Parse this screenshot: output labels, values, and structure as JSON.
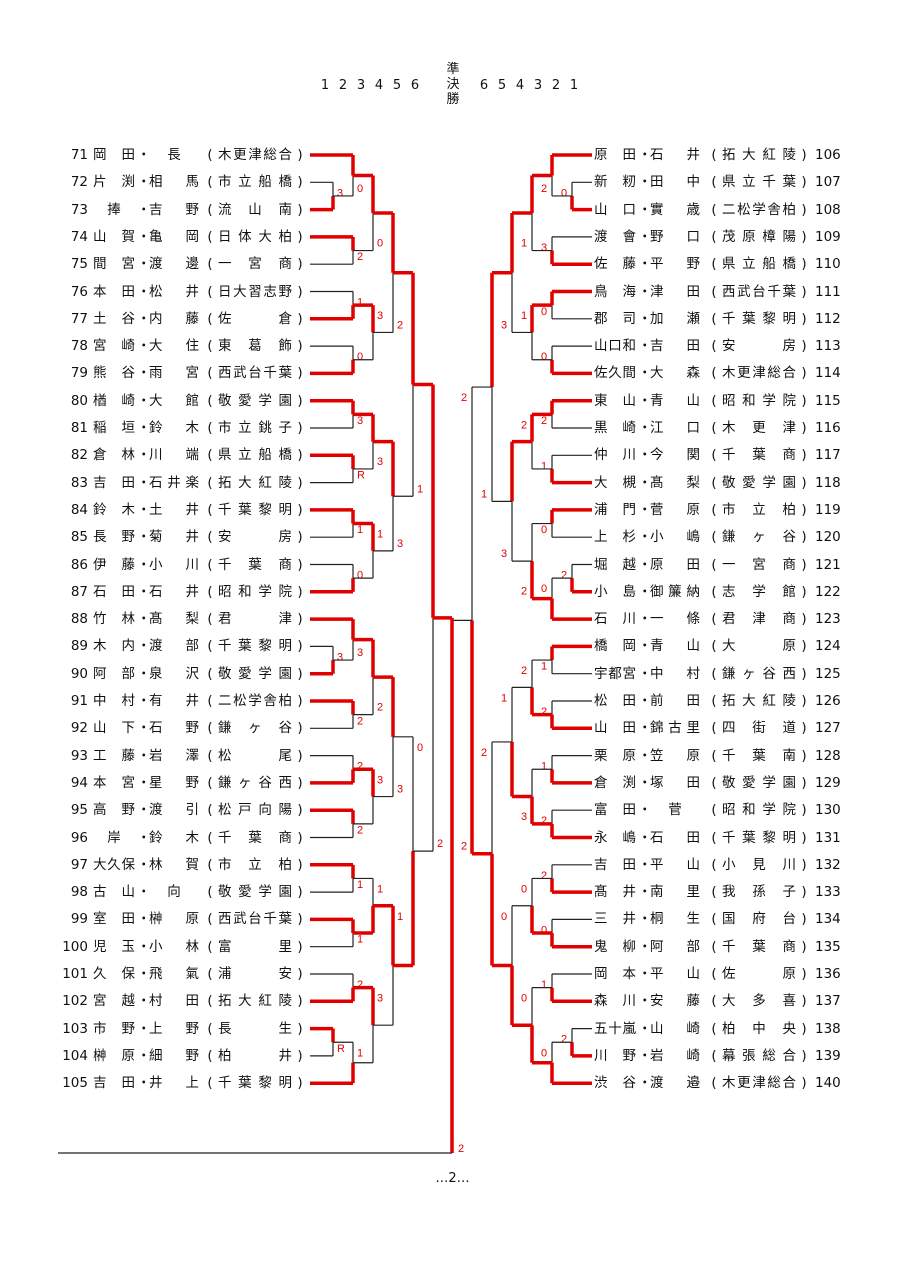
{
  "header": {
    "left_rounds": [
      "1",
      "2",
      "3",
      "4",
      "5",
      "6"
    ],
    "semifinal": [
      "準",
      "決",
      "勝"
    ],
    "right_rounds": [
      "6",
      "5",
      "4",
      "3",
      "2",
      "1"
    ]
  },
  "left_teams": [
    {
      "no": "71",
      "p1": "岡田",
      "p2": "長",
      "school": "木更津総合"
    },
    {
      "no": "72",
      "p1": "片渕",
      "p2": "相馬",
      "school": "市立船橋"
    },
    {
      "no": "73",
      "p1": "捧",
      "p2": "吉野",
      "school": "流山南"
    },
    {
      "no": "74",
      "p1": "山賀",
      "p2": "亀岡",
      "school": "日体大柏"
    },
    {
      "no": "75",
      "p1": "間宮",
      "p2": "渡邊",
      "school": "一宮商"
    },
    {
      "no": "76",
      "p1": "本田",
      "p2": "松井",
      "school": "日大習志野"
    },
    {
      "no": "77",
      "p1": "土谷",
      "p2": "内藤",
      "school": "佐倉"
    },
    {
      "no": "78",
      "p1": "宮崎",
      "p2": "大住",
      "school": "東葛飾"
    },
    {
      "no": "79",
      "p1": "熊谷",
      "p2": "雨宮",
      "school": "西武台千葉"
    },
    {
      "no": "80",
      "p1": "楢崎",
      "p2": "大館",
      "school": "敬愛学園"
    },
    {
      "no": "81",
      "p1": "稲垣",
      "p2": "鈴木",
      "school": "市立銚子"
    },
    {
      "no": "82",
      "p1": "倉林",
      "p2": "川端",
      "school": "県立船橋"
    },
    {
      "no": "83",
      "p1": "吉田",
      "p2": "石井楽",
      "school": "拓大紅陵"
    },
    {
      "no": "84",
      "p1": "鈴木",
      "p2": "土井",
      "school": "千葉黎明"
    },
    {
      "no": "85",
      "p1": "長野",
      "p2": "菊井",
      "school": "安房"
    },
    {
      "no": "86",
      "p1": "伊藤",
      "p2": "小川",
      "school": "千葉商"
    },
    {
      "no": "87",
      "p1": "石田",
      "p2": "石井",
      "school": "昭和学院"
    },
    {
      "no": "88",
      "p1": "竹林",
      "p2": "髙梨",
      "school": "君津"
    },
    {
      "no": "89",
      "p1": "木内",
      "p2": "渡部",
      "school": "千葉黎明"
    },
    {
      "no": "90",
      "p1": "阿部",
      "p2": "泉沢",
      "school": "敬愛学園"
    },
    {
      "no": "91",
      "p1": "中村",
      "p2": "有井",
      "school": "二松学舎柏"
    },
    {
      "no": "92",
      "p1": "山下",
      "p2": "石野",
      "school": "鎌ヶ谷"
    },
    {
      "no": "93",
      "p1": "工藤",
      "p2": "岩澤",
      "school": "松尾"
    },
    {
      "no": "94",
      "p1": "本宮",
      "p2": "星野",
      "school": "鎌ヶ谷西"
    },
    {
      "no": "95",
      "p1": "高野",
      "p2": "渡引",
      "school": "松戸向陽"
    },
    {
      "no": "96",
      "p1": "岸",
      "p2": "鈴木",
      "school": "千葉商"
    },
    {
      "no": "97",
      "p1": "大久保",
      "p2": "林賀",
      "school": "市立柏"
    },
    {
      "no": "98",
      "p1": "古山",
      "p2": "向",
      "school": "敬愛学園"
    },
    {
      "no": "99",
      "p1": "室田",
      "p2": "榊原",
      "school": "西武台千葉"
    },
    {
      "no": "100",
      "p1": "児玉",
      "p2": "小林",
      "school": "富里"
    },
    {
      "no": "101",
      "p1": "久保",
      "p2": "飛氣",
      "school": "浦安"
    },
    {
      "no": "102",
      "p1": "宮越",
      "p2": "村田",
      "school": "拓大紅陵"
    },
    {
      "no": "103",
      "p1": "市野",
      "p2": "上野",
      "school": "長生"
    },
    {
      "no": "104",
      "p1": "榊原",
      "p2": "細野",
      "school": "柏井"
    },
    {
      "no": "105",
      "p1": "吉田",
      "p2": "井上",
      "school": "千葉黎明"
    }
  ],
  "right_teams": [
    {
      "no": "106",
      "p1": "原田",
      "p2": "石井",
      "school": "拓大紅陵"
    },
    {
      "no": "107",
      "p1": "新籾",
      "p2": "田中",
      "school": "県立千葉"
    },
    {
      "no": "108",
      "p1": "山口",
      "p2": "實歳",
      "school": "二松学舎柏"
    },
    {
      "no": "109",
      "p1": "渡會",
      "p2": "野口",
      "school": "茂原樟陽"
    },
    {
      "no": "110",
      "p1": "佐藤",
      "p2": "平野",
      "school": "県立船橋"
    },
    {
      "no": "111",
      "p1": "鳥海",
      "p2": "津田",
      "school": "西武台千葉"
    },
    {
      "no": "112",
      "p1": "郡司",
      "p2": "加瀬",
      "school": "千葉黎明"
    },
    {
      "no": "113",
      "p1": "山口和",
      "p2": "吉田",
      "school": "安房"
    },
    {
      "no": "114",
      "p1": "佐久間",
      "p2": "大森",
      "school": "木更津総合"
    },
    {
      "no": "115",
      "p1": "東山",
      "p2": "青山",
      "school": "昭和学院"
    },
    {
      "no": "116",
      "p1": "黒崎",
      "p2": "江口",
      "school": "木更津"
    },
    {
      "no": "117",
      "p1": "仲川",
      "p2": "今関",
      "school": "千葉商"
    },
    {
      "no": "118",
      "p1": "大槻",
      "p2": "髙梨",
      "school": "敬愛学園"
    },
    {
      "no": "119",
      "p1": "浦門",
      "p2": "菅原",
      "school": "市立柏"
    },
    {
      "no": "120",
      "p1": "上杉",
      "p2": "小嶋",
      "school": "鎌ヶ谷"
    },
    {
      "no": "121",
      "p1": "堀越",
      "p2": "原田",
      "school": "一宮商"
    },
    {
      "no": "122",
      "p1": "小島",
      "p2": "御簾納",
      "school": "志学館"
    },
    {
      "no": "123",
      "p1": "石川",
      "p2": "一條",
      "school": "君津商"
    },
    {
      "no": "124",
      "p1": "橋岡",
      "p2": "青山",
      "school": "大原"
    },
    {
      "no": "125",
      "p1": "宇都宮",
      "p2": "中村",
      "school": "鎌ヶ谷西"
    },
    {
      "no": "126",
      "p1": "松田",
      "p2": "前田",
      "school": "拓大紅陵"
    },
    {
      "no": "127",
      "p1": "山田",
      "p2": "錦古里",
      "school": "四街道"
    },
    {
      "no": "128",
      "p1": "栗原",
      "p2": "笠原",
      "school": "千葉南"
    },
    {
      "no": "129",
      "p1": "倉渕",
      "p2": "塚田",
      "school": "敬愛学園"
    },
    {
      "no": "130",
      "p1": "富田",
      "p2": "菅",
      "school": "昭和学院"
    },
    {
      "no": "131",
      "p1": "永嶋",
      "p2": "石田",
      "school": "千葉黎明"
    },
    {
      "no": "132",
      "p1": "吉田",
      "p2": "平山",
      "school": "小見川"
    },
    {
      "no": "133",
      "p1": "髙井",
      "p2": "南里",
      "school": "我孫子"
    },
    {
      "no": "134",
      "p1": "三井",
      "p2": "桐生",
      "school": "国府台"
    },
    {
      "no": "135",
      "p1": "鬼柳",
      "p2": "阿部",
      "school": "千葉商"
    },
    {
      "no": "136",
      "p1": "岡本",
      "p2": "平山",
      "school": "佐原"
    },
    {
      "no": "137",
      "p1": "森川",
      "p2": "安藤",
      "school": "大多喜"
    },
    {
      "no": "138",
      "p1": "五十嵐",
      "p2": "山崎",
      "school": "柏中央"
    },
    {
      "no": "139",
      "p1": "川野",
      "p2": "岩崎",
      "school": "幕張総合"
    },
    {
      "no": "140",
      "p1": "渋谷",
      "p2": "渡邉",
      "school": "木更津総合"
    }
  ],
  "bracket": {
    "left": {
      "w": 0,
      "s": [
        "",
        "2"
      ],
      "a": {
        "w": 0,
        "s": [
          "",
          "1"
        ],
        "a": {
          "w": 0,
          "s": [
            "",
            "2"
          ],
          "a": {
            "w": 0,
            "s": [
              "",
              "0"
            ],
            "a": {
              "w": 0,
              "s": [
                "",
                "0"
              ],
              "a": 71,
              "b": {
                "w": 1,
                "s": [
                  "3",
                  ""
                ],
                "a": 72,
                "b": 73
              }
            },
            "b": {
              "w": 0,
              "s": [
                "",
                "2"
              ],
              "a": 74,
              "b": 75
            }
          },
          "b": {
            "w": 0,
            "s": [
              "3",
              ""
            ],
            "a": {
              "w": 1,
              "s": [
                "1",
                ""
              ],
              "a": 76,
              "b": 77
            },
            "b": {
              "w": 1,
              "s": [
                "0",
                ""
              ],
              "a": 78,
              "b": 79
            }
          }
        },
        "b": {
          "w": 0,
          "s": [
            "",
            "3"
          ],
          "a": {
            "w": 0,
            "s": [
              "",
              "3"
            ],
            "a": {
              "w": 0,
              "s": [
                "",
                "3"
              ],
              "a": 80,
              "b": 81
            },
            "b": {
              "w": 0,
              "s": [
                "",
                "R"
              ],
              "a": 82,
              "b": 83
            }
          },
          "b": {
            "w": 0,
            "s": [
              "1",
              ""
            ],
            "a": {
              "w": 0,
              "s": [
                "",
                "1"
              ],
              "a": 84,
              "b": 85
            },
            "b": {
              "w": 1,
              "s": [
                "0",
                ""
              ],
              "a": 86,
              "b": 87
            }
          }
        }
      },
      "b": {
        "w": 1,
        "s": [
          "0",
          ""
        ],
        "a": {
          "w": 0,
          "s": [
            "",
            "3"
          ],
          "a": {
            "w": 0,
            "s": [
              "",
              "2"
            ],
            "a": {
              "w": 0,
              "s": [
                "",
                "3"
              ],
              "a": 88,
              "b": {
                "w": 1,
                "s": [
                  "3",
                  ""
                ],
                "a": 89,
                "b": 90
              }
            },
            "b": {
              "w": 0,
              "s": [
                "",
                "2"
              ],
              "a": 91,
              "b": 92
            }
          },
          "b": {
            "w": 0,
            "s": [
              "3",
              ""
            ],
            "a": {
              "w": 1,
              "s": [
                "2",
                ""
              ],
              "a": 93,
              "b": 94
            },
            "b": {
              "w": 0,
              "s": [
                "",
                "2"
              ],
              "a": 95,
              "b": 96
            }
          }
        },
        "b": {
          "w": 0,
          "s": [
            "1",
            ""
          ],
          "a": {
            "w": 1,
            "s": [
              "1",
              ""
            ],
            "a": {
              "w": 0,
              "s": [
                "",
                "1"
              ],
              "a": 97,
              "b": 98
            },
            "b": {
              "w": 0,
              "s": [
                "",
                "1"
              ],
              "a": 99,
              "b": 100
            }
          },
          "b": {
            "w": 0,
            "s": [
              "3",
              ""
            ],
            "a": {
              "w": 1,
              "s": [
                "2",
                ""
              ],
              "a": 101,
              "b": 102
            },
            "b": {
              "w": 1,
              "s": [
                "1",
                ""
              ],
              "a": {
                "w": 0,
                "s": [
                  "",
                  "R"
                ],
                "a": 103,
                "b": 104
              },
              "b": 105
            }
          }
        }
      }
    },
    "right": {
      "w": 1,
      "s": [
        "2",
        "2"
      ],
      "a": {
        "w": 0,
        "s": [
          "",
          "1"
        ],
        "a": {
          "w": 0,
          "s": [
            "",
            "3"
          ],
          "a": {
            "w": 0,
            "s": [
              "",
              "1"
            ],
            "a": {
              "w": 0,
              "s": [
                "",
                "2"
              ],
              "a": 106,
              "b": {
                "w": 1,
                "s": [
                  "0",
                  ""
                ],
                "a": 107,
                "b": 108
              }
            },
            "b": {
              "w": 1,
              "s": [
                "3",
                ""
              ],
              "a": 109,
              "b": 110
            }
          },
          "b": {
            "w": 0,
            "s": [
              "1",
              ""
            ],
            "a": {
              "w": 0,
              "s": [
                "",
                "0"
              ],
              "a": 111,
              "b": 112
            },
            "b": {
              "w": 1,
              "s": [
                "0",
                ""
              ],
              "a": 113,
              "b": 114
            }
          }
        },
        "b": {
          "w": 0,
          "s": [
            "",
            "3"
          ],
          "a": {
            "w": 0,
            "s": [
              "2",
              ""
            ],
            "a": {
              "w": 0,
              "s": [
                "",
                "2"
              ],
              "a": 115,
              "b": 116
            },
            "b": {
              "w": 1,
              "s": [
                "1",
                ""
              ],
              "a": 117,
              "b": 118
            }
          },
          "b": {
            "w": 1,
            "s": [
              "",
              "2"
            ],
            "a": {
              "w": 0,
              "s": [
                "",
                "0"
              ],
              "a": 119,
              "b": 120
            },
            "b": {
              "w": 1,
              "s": [
                "0",
                ""
              ],
              "a": {
                "w": 1,
                "s": [
                  "2",
                  ""
                ],
                "a": 121,
                "b": 122
              },
              "b": 123
            }
          }
        }
      },
      "b": {
        "w": 1,
        "s": [
          "2",
          ""
        ],
        "a": {
          "w": 1,
          "s": [
            "1",
            ""
          ],
          "a": {
            "w": 1,
            "s": [
              "2",
              ""
            ],
            "a": {
              "w": 0,
              "s": [
                "",
                "1"
              ],
              "a": 124,
              "b": 125
            },
            "b": {
              "w": 1,
              "s": [
                "2",
                ""
              ],
              "a": 126,
              "b": 127
            }
          },
          "b": {
            "w": 1,
            "s": [
              "",
              "3"
            ],
            "a": {
              "w": 1,
              "s": [
                "1",
                ""
              ],
              "a": 128,
              "b": 129
            },
            "b": {
              "w": 1,
              "s": [
                "2",
                ""
              ],
              "a": 130,
              "b": 131
            }
          }
        },
        "b": {
          "w": 1,
          "s": [
            "0",
            ""
          ],
          "a": {
            "w": 1,
            "s": [
              "0",
              ""
            ],
            "a": {
              "w": 1,
              "s": [
                "2",
                ""
              ],
              "a": 132,
              "b": 133
            },
            "b": {
              "w": 1,
              "s": [
                "0",
                ""
              ],
              "a": 134,
              "b": 135
            }
          },
          "b": {
            "w": 1,
            "s": [
              "0",
              ""
            ],
            "a": {
              "w": 1,
              "s": [
                "1",
                ""
              ],
              "a": 136,
              "b": 137
            },
            "b": {
              "w": 1,
              "s": [
                "0",
                ""
              ],
              "a": {
                "w": 1,
                "s": [
                  "2",
                  ""
                ],
                "a": 138,
                "b": 139
              },
              "b": 140
            }
          }
        }
      }
    },
    "final_score": "2"
  },
  "colors": {
    "win": "#e00000",
    "line": "#222222"
  },
  "footer": "…2…"
}
